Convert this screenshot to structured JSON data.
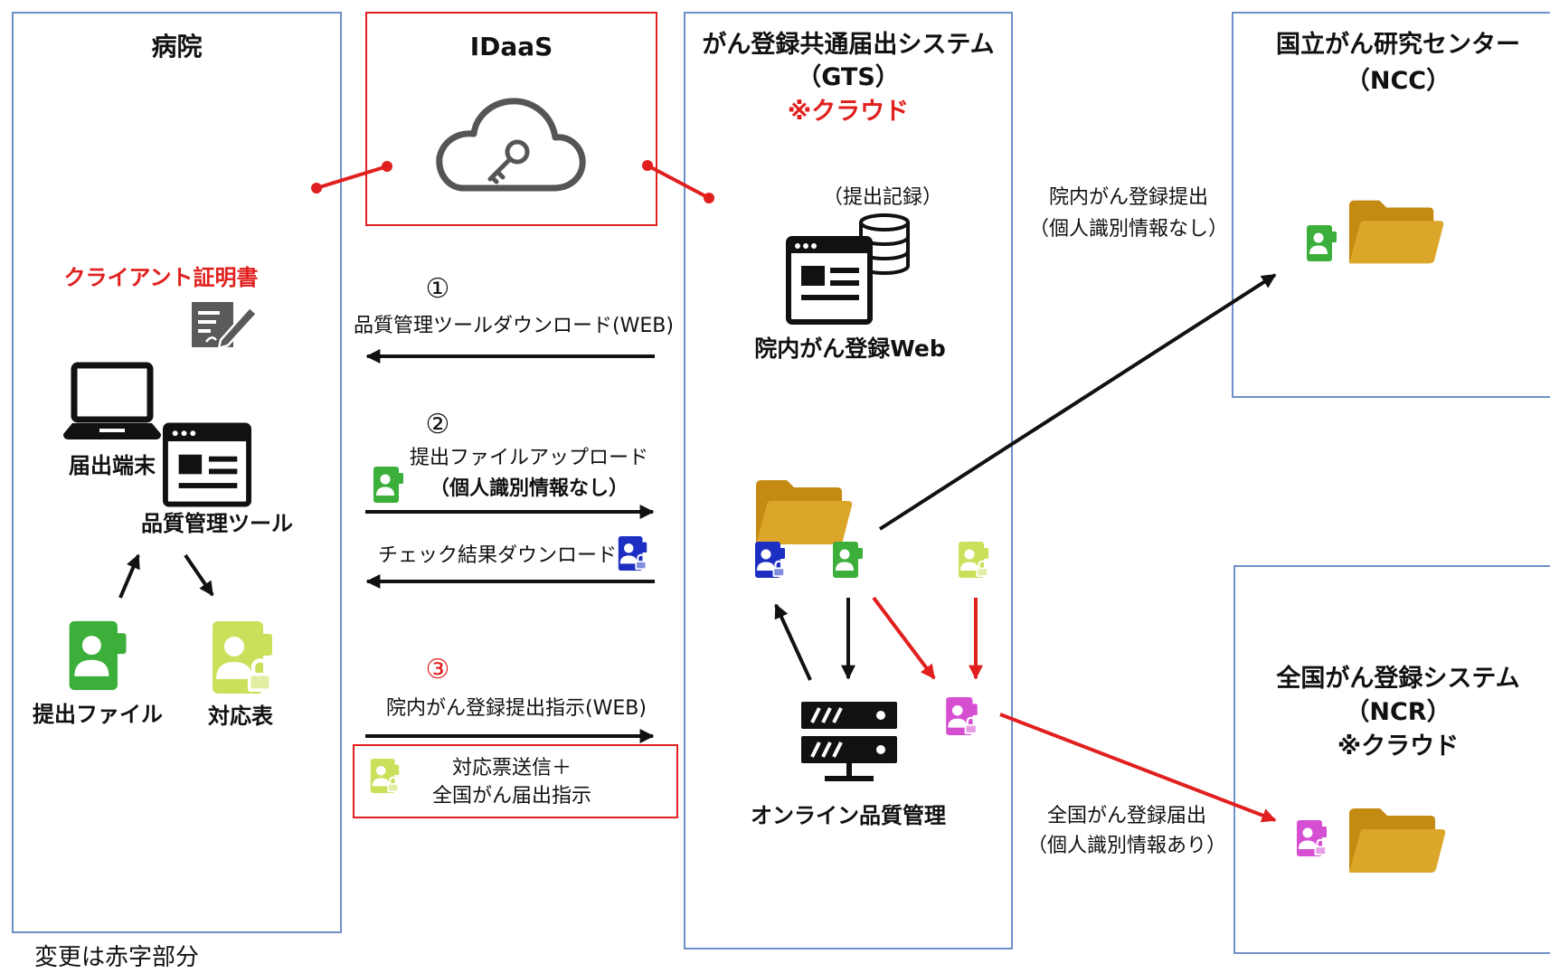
{
  "colors": {
    "box_border": "#6f8fc8",
    "accent_red": "#e0201e",
    "card_green": "#3cae3a",
    "card_lime": "#c9e15a",
    "card_blue": "#1d2fc2",
    "card_magenta": "#d64ed2",
    "folder_back": "#c48a12",
    "folder_front": "#dba62a"
  },
  "hospital": {
    "title": "病院",
    "client_cert_label": "クライアント証明書",
    "terminal_label": "届出端末",
    "quality_tool_label": "品質管理ツール",
    "submission_file_label": "提出ファイル",
    "mapping_table_label": "対応表"
  },
  "idaas": {
    "title": "IDaaS"
  },
  "gts": {
    "title": "がん登録共通届出システム",
    "abbr": "（GTS）",
    "cloud_note": "※クラウド",
    "record_label": "（提出記録）",
    "web_label": "院内がん登録Web",
    "online_qc_label": "オンライン品質管理"
  },
  "ncc": {
    "title": "国立がん研究センター",
    "abbr": "（NCC）"
  },
  "ncr": {
    "title": "全国がん登録システム",
    "abbr": "（NCR）",
    "cloud_note": "※クラウド"
  },
  "flows": {
    "step1": {
      "number": "①",
      "label": "品質管理ツールダウンロード(WEB)"
    },
    "step2": {
      "number": "②",
      "label": "提出ファイルアップロード",
      "sublabel": "（個人識別情報なし）",
      "check_label": "チェック結果ダウンロード"
    },
    "step3": {
      "number": "③",
      "label": "院内がん登録提出指示(WEB)",
      "box_line1": "対応票送信＋",
      "box_line2": "全国がん届出指示"
    },
    "to_ncc": {
      "label": "院内がん登録提出",
      "sublabel": "（個人識別情報なし）"
    },
    "to_ncr": {
      "label": "全国がん登録届出",
      "sublabel": "（個人識別情報あり）"
    }
  },
  "footnote": "変更は赤字部分"
}
